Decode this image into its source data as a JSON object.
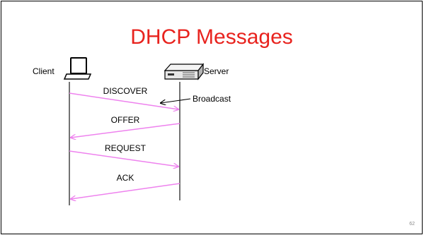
{
  "slide": {
    "title": "DHCP Messages",
    "page_number": "62"
  },
  "participants": {
    "client": {
      "label": "Client",
      "icon": "laptop-icon"
    },
    "server": {
      "label": "Server",
      "icon": "server-icon"
    }
  },
  "messages": [
    {
      "label": "DISCOVER",
      "direction": "client-to-server"
    },
    {
      "label": "OFFER",
      "direction": "server-to-client"
    },
    {
      "label": "REQUEST",
      "direction": "client-to-server"
    },
    {
      "label": "ACK",
      "direction": "server-to-client"
    }
  ],
  "annotation": {
    "label": "Broadcast"
  },
  "colors": {
    "title": "#e8231e",
    "arrow": "#ee82ee",
    "lifeline": "#000000"
  }
}
